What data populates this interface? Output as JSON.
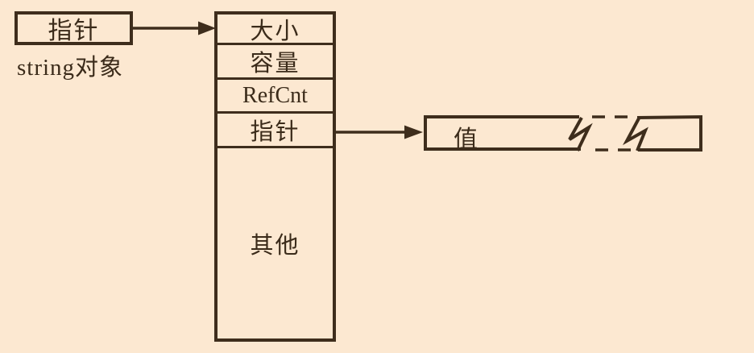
{
  "diagram": {
    "title_hint": "string object reference-counted representation",
    "string_object": {
      "pointer_label": "指针",
      "caption": "string对象"
    },
    "rep_block": {
      "cells": [
        {
          "label": "大小"
        },
        {
          "label": "容量"
        },
        {
          "label": "RefCnt"
        },
        {
          "label": "指针"
        },
        {
          "label": "其他"
        }
      ]
    },
    "value_block": {
      "label": "值"
    },
    "colors": {
      "background": "#fce8d1",
      "line": "#3e2d1c",
      "text": "#3b2b1a"
    }
  }
}
